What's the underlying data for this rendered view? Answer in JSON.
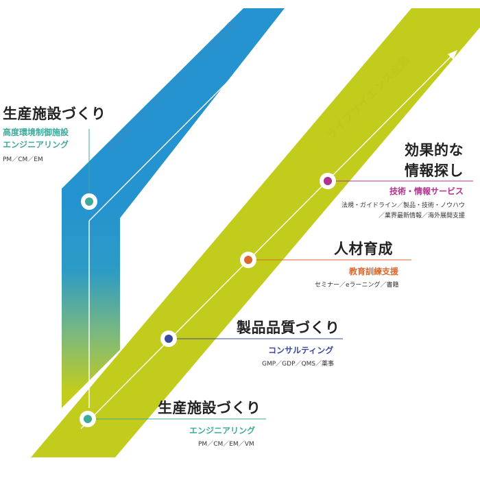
{
  "colors": {
    "blue": "#2593cf",
    "lime": "#c2cc1d",
    "teal": "#3fa99a",
    "magenta": "#b0338e",
    "orange": "#d9692e",
    "navy": "#3c4a9c",
    "blue_text": "#2e8fc9",
    "lime_text": "#bfc71d"
  },
  "bands": {
    "blue_label": "半導体・データセンター、その他産業へ",
    "lime_label": "ライフサイエンス産業"
  },
  "left_node": {
    "title": "生産施設づくり",
    "subtitle_line1": "高度環境制御施設",
    "subtitle_line2": "エンジニアリング",
    "detail": "PM／CM／EM"
  },
  "nodes": [
    {
      "key": "info",
      "title_line1": "効果的な",
      "title_line2": "情報探し",
      "subtitle": "技術・情報サービス",
      "detail_line1": "法規・ガイドライン／製品・技術・ノウハウ",
      "detail_line2": "／業界最新情報／海外展開支援",
      "icon": "magenta-dot-icon"
    },
    {
      "key": "hr",
      "title_line1": "人材育成",
      "subtitle": "教育訓練支援",
      "detail_line1": "セミナー／eラーニング／書籍",
      "icon": "orange-dot-icon"
    },
    {
      "key": "quality",
      "title_line1": "製品品質づくり",
      "subtitle": "コンサルティング",
      "detail_line1": "GMP／GDP／QMS／薬事",
      "icon": "navy-dot-icon"
    },
    {
      "key": "facility",
      "title_line1": "生産施設づくり",
      "subtitle": "エンジニアリング",
      "detail_line1": "PM／CM／EM／VM",
      "icon": "teal-dot-icon"
    }
  ]
}
